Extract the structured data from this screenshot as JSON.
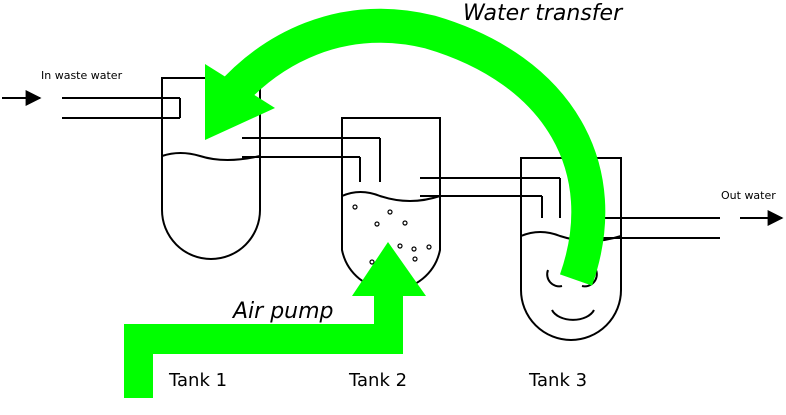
{
  "diagram": {
    "title": "Water transfer",
    "inlet_label": "In waste water",
    "outlet_label": "Out water",
    "pump_label": "Air pump",
    "tanks": [
      {
        "label": "Tank 1"
      },
      {
        "label": "Tank 2"
      },
      {
        "label": "Tank 3"
      }
    ],
    "arrow_color": "#00ff00",
    "line_color": "#000000",
    "background": "#ffffff"
  }
}
